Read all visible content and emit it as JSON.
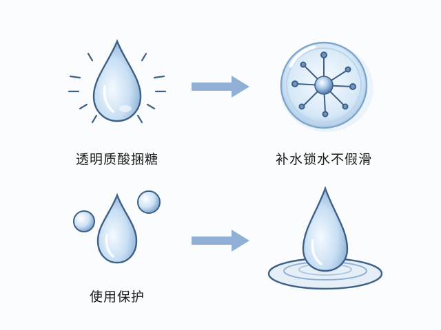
{
  "diagram": {
    "steps": [
      {
        "label": "透明质酸捆糖",
        "icon": "radiant-water-drop-icon"
      },
      {
        "label": "补水锁水不假滑",
        "icon": "hydration-lens-icon"
      },
      {
        "label": "使用保护",
        "icon": "drop-with-bubbles-icon"
      },
      {
        "label": "",
        "icon": "drop-with-ripple-icon"
      }
    ],
    "arrows": [
      {
        "from": 0,
        "to": 1,
        "icon": "arrow-right-icon"
      },
      {
        "from": 2,
        "to": 3,
        "icon": "arrow-right-icon"
      }
    ]
  },
  "colors": {
    "drop_fill": "#cfe3f5",
    "drop_outline": "#3d5f86",
    "arrow": "#8fb0d4",
    "ray": "#3d5f86"
  }
}
